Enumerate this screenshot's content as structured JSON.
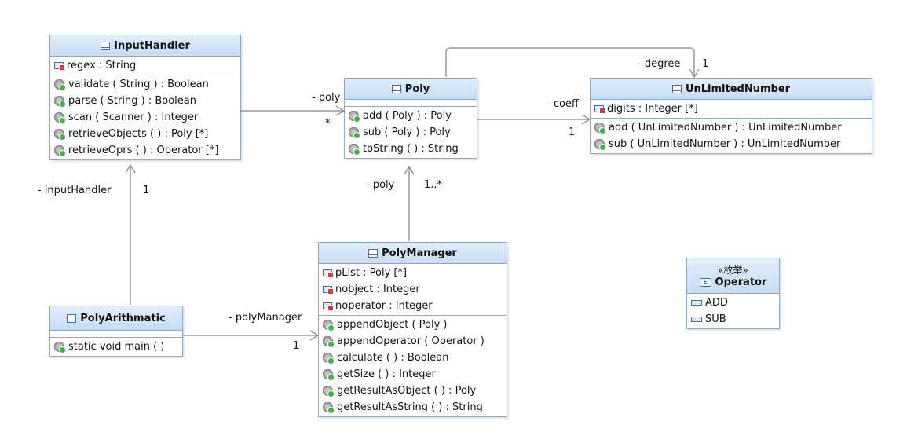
{
  "classes": {
    "input_handler": {
      "name": "InputHandler",
      "attributes": [
        "regex : String"
      ],
      "operations": [
        "validate ( String ) : Boolean",
        "parse ( String ) : Boolean",
        "scan ( Scanner ) : Integer",
        "retrieveObjects ( ) : Poly [*]",
        "retrieveOprs ( ) : Operator [*]"
      ]
    },
    "poly": {
      "name": "Poly",
      "attributes": [],
      "operations": [
        "add ( Poly ) : Poly",
        "sub ( Poly ) : Poly",
        "toString ( ) : String"
      ]
    },
    "unlimited_number": {
      "name": "UnLimitedNumber",
      "attributes": [
        "digits : Integer [*]"
      ],
      "operations": [
        "add ( UnLimitedNumber ) : UnLimitedNumber",
        "sub ( UnLimitedNumber ) : UnLimitedNumber"
      ]
    },
    "poly_manager": {
      "name": "PolyManager",
      "attributes": [
        "pList : Poly [*]",
        "nobject : Integer",
        "noperator : Integer"
      ],
      "operations": [
        "appendObject ( Poly )",
        "appendOperator ( Operator )",
        "calculate ( ) : Boolean",
        "getSize ( ) : Integer",
        "getResultAsObject ( ) : Poly",
        "getResultAsString ( ) : String"
      ]
    },
    "poly_arithmatic": {
      "name": "PolyArithmatic",
      "attributes": [],
      "operations": [
        "static void main ( )"
      ]
    },
    "operator": {
      "stereotype": "«枚举»",
      "name": "Operator",
      "literals": [
        "ADD",
        "SUB"
      ]
    }
  },
  "associations": {
    "handler_to_poly": {
      "role": "- poly",
      "multiplicity": "*"
    },
    "poly_to_number": {
      "role": "- coeff",
      "multiplicity": "1"
    },
    "poly_to_number_degree": {
      "role": "- degree",
      "multiplicity": "1"
    },
    "manager_to_poly": {
      "role": "- poly",
      "multiplicity": "1..*"
    },
    "arithmatic_to_handler": {
      "role": "- inputHandler",
      "multiplicity": "1"
    },
    "arithmatic_to_manager": {
      "role": "- polyManager",
      "multiplicity": "1"
    }
  }
}
